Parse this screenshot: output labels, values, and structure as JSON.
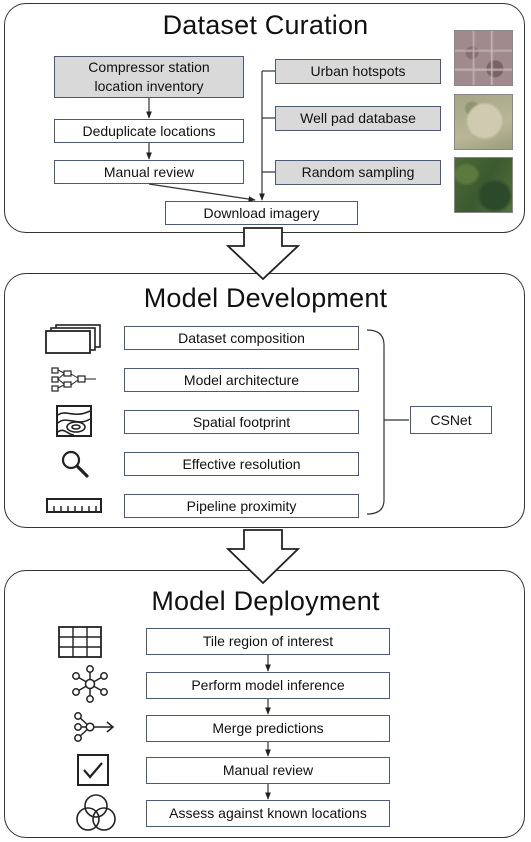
{
  "curation": {
    "title": "Dataset Curation",
    "inventory": "Compressor station location inventory",
    "dedupe": "Deduplicate locations",
    "review": "Manual review",
    "download": "Download imagery",
    "sources": [
      "Urban hotspots",
      "Well pad database",
      "Random sampling"
    ]
  },
  "development": {
    "title": "Model Development",
    "items": [
      "Dataset composition",
      "Model architecture",
      "Spatial footprint",
      "Effective resolution",
      "Pipeline proximity"
    ],
    "output": "CSNet"
  },
  "deployment": {
    "title": "Model Deployment",
    "steps": [
      "Tile region of interest",
      "Perform model inference",
      "Merge predictions",
      "Manual review",
      "Assess against known locations"
    ]
  },
  "colors": {
    "box_border": "#4a5a75",
    "gray_fill": "#d9d9d9",
    "panel_border": "#333333"
  },
  "icons": [
    "layers-icon",
    "architecture-icon",
    "footprint-icon",
    "magnifier-icon",
    "ruler-icon",
    "grid-icon",
    "network-icon",
    "merge-icon",
    "checkbox-icon",
    "venn-icon"
  ]
}
